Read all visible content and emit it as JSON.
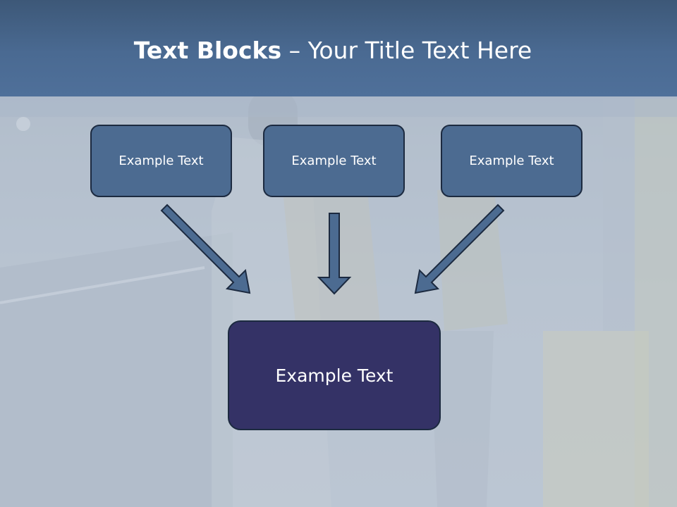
{
  "slide": {
    "title_bold": "Text Blocks",
    "title_rest": " – Your Title Text Here"
  },
  "blocks": {
    "top_left": "Example Text",
    "top_center": "Example Text",
    "top_right": "Example Text",
    "target": "Example Text"
  },
  "colors": {
    "title_bar": "#4a6a92",
    "block_fill": "#4c6b91",
    "target_fill": "#343266",
    "border": "#1c2a40"
  }
}
